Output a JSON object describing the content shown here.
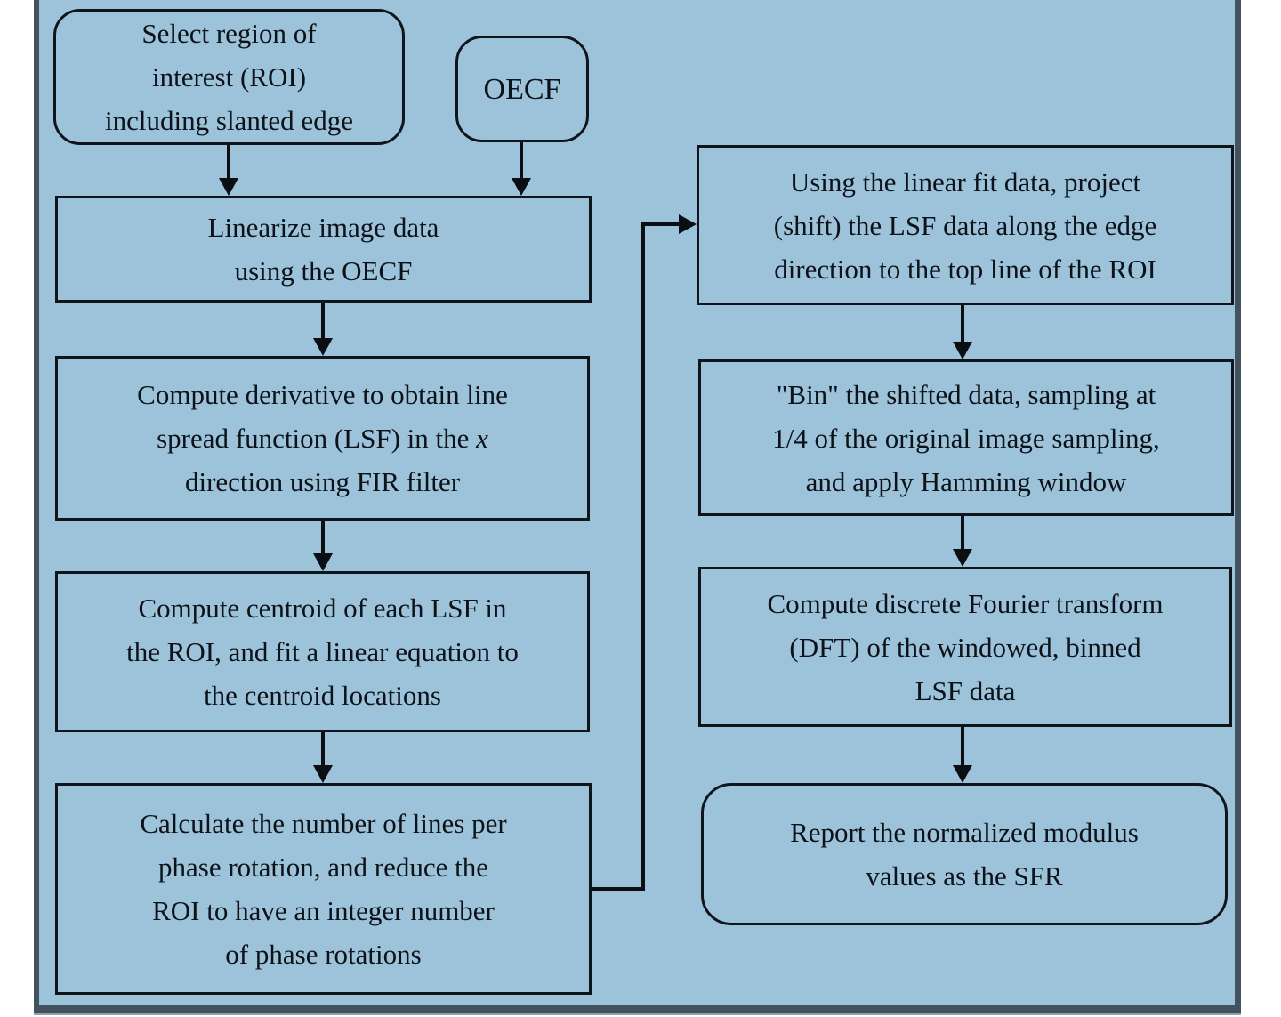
{
  "colors": {
    "page_background": "#ffffff",
    "figure_fill": "#9dc3da",
    "figure_border": "#42525f",
    "node_border": "#10151c",
    "text": "#0d1219",
    "arrow": "#0b0f14"
  },
  "nodes": {
    "roi": {
      "shape": "rounded",
      "lines": [
        "Select region of",
        "interest (ROI)",
        "including slanted edge"
      ]
    },
    "oecf": {
      "shape": "rounded",
      "label": "OECF"
    },
    "linearize": {
      "shape": "rect",
      "lines": [
        "Linearize image data",
        "using the OECF"
      ]
    },
    "derivative": {
      "shape": "rect",
      "line1": "Compute derivative to obtain line",
      "line2_prefix": "spread function (LSF) in the ",
      "line2_italic": "x",
      "line3": "direction using FIR filter"
    },
    "centroid": {
      "shape": "rect",
      "lines": [
        "Compute centroid of each LSF in",
        "the ROI, and fit a linear equation to",
        "the centroid locations"
      ]
    },
    "calculate": {
      "shape": "rect",
      "lines": [
        "Calculate the number of lines per",
        "phase rotation, and reduce the",
        "ROI to have an integer number",
        "of phase rotations"
      ]
    },
    "project": {
      "shape": "rect",
      "lines": [
        "Using the linear fit data, project",
        "(shift) the LSF data along the edge",
        "direction to the top line of the ROI"
      ]
    },
    "bin": {
      "shape": "rect",
      "lines": [
        "\"Bin\" the shifted data, sampling at",
        "1/4 of the original image sampling,",
        "and apply Hamming window"
      ]
    },
    "dft": {
      "shape": "rect",
      "lines": [
        "Compute discrete Fourier transform",
        "(DFT) of the windowed, binned",
        "LSF data"
      ]
    },
    "report": {
      "shape": "rounded",
      "lines": [
        "Report the normalized modulus",
        "values as the SFR"
      ]
    }
  },
  "connections": [
    {
      "from": "roi",
      "to": "linearize"
    },
    {
      "from": "oecf",
      "to": "linearize"
    },
    {
      "from": "linearize",
      "to": "derivative"
    },
    {
      "from": "derivative",
      "to": "centroid"
    },
    {
      "from": "centroid",
      "to": "calculate"
    },
    {
      "from": "calculate",
      "to": "project"
    },
    {
      "from": "project",
      "to": "bin"
    },
    {
      "from": "bin",
      "to": "dft"
    },
    {
      "from": "dft",
      "to": "report"
    }
  ]
}
